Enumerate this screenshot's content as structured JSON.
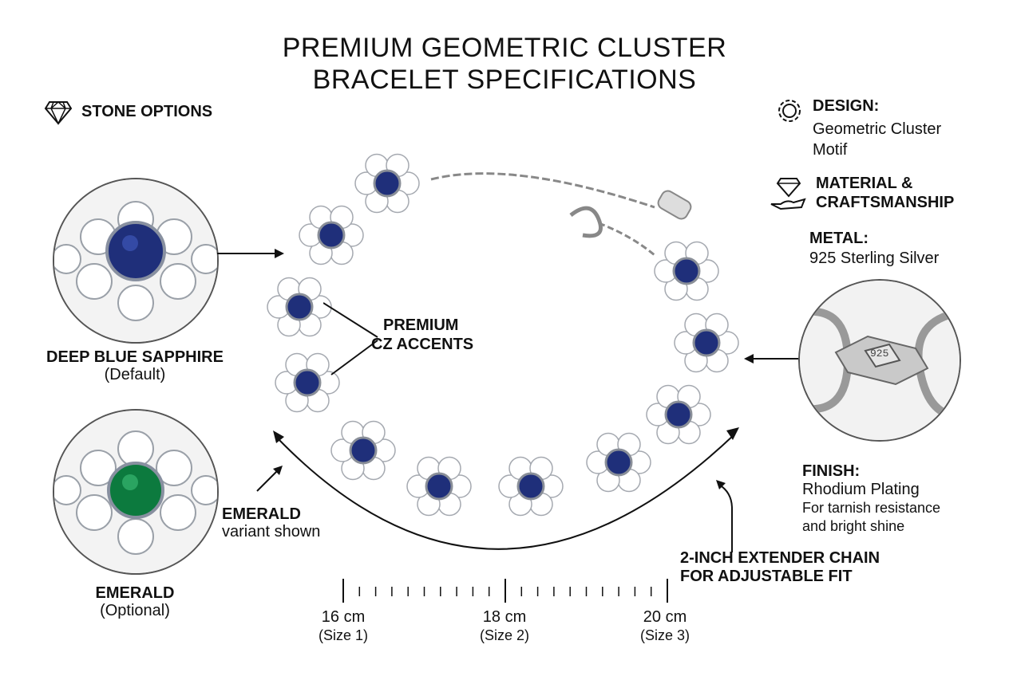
{
  "header": {
    "title_line1": "PREMIUM GEOMETRIC CLUSTER",
    "title_line2": "BRACELET SPECIFICATIONS"
  },
  "stone_options": {
    "heading": "STONE OPTIONS",
    "sapphire": {
      "name": "DEEP BLUE SAPPHIRE",
      "note": "(Default)",
      "color": "#1f2f7a"
    },
    "emerald": {
      "name": "EMERALD",
      "note": "(Optional)",
      "color": "#0c7a3e"
    }
  },
  "callouts": {
    "cz_line1": "PREMIUM",
    "cz_line2": "CZ ACCENTS",
    "emerald_line1": "EMERALD",
    "emerald_line2": "variant shown",
    "extender_line1": "2-INCH EXTENDER CHAIN",
    "extender_line2": "FOR ADJUSTABLE FIT"
  },
  "specs": {
    "design_heading": "DESIGN:",
    "design_line1": "Geometric Cluster",
    "design_line2": "Motif",
    "material_line1": "MATERIAL &",
    "material_line2": "CRAFTSMANSHIP",
    "metal_heading": "METAL:",
    "metal_value": "925 Sterling Silver",
    "stamp": "925",
    "finish_heading": "FINISH:",
    "finish_value": "Rhodium Plating",
    "finish_note1": "For tarnish resistance",
    "finish_note2": "and bright shine"
  },
  "sizes": [
    {
      "length": "16 cm",
      "size": "(Size 1)"
    },
    {
      "length": "18 cm",
      "size": "(Size 2)"
    },
    {
      "length": "20 cm",
      "size": "(Size 3)"
    }
  ]
}
